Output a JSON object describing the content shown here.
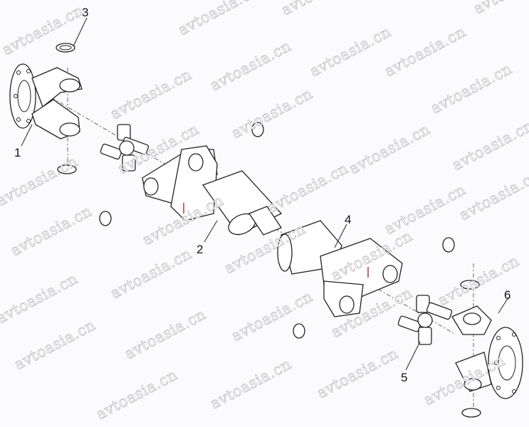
{
  "diagram": {
    "title": "",
    "callouts": [
      "1",
      "2",
      "3",
      "4",
      "5",
      "6"
    ],
    "watermark": "avtoasia.cn",
    "colors": {
      "line": "#222222",
      "background": "#fbfbfd",
      "watermark_stroke": "#b8b8c0",
      "accent_red": "#c0303a"
    }
  }
}
